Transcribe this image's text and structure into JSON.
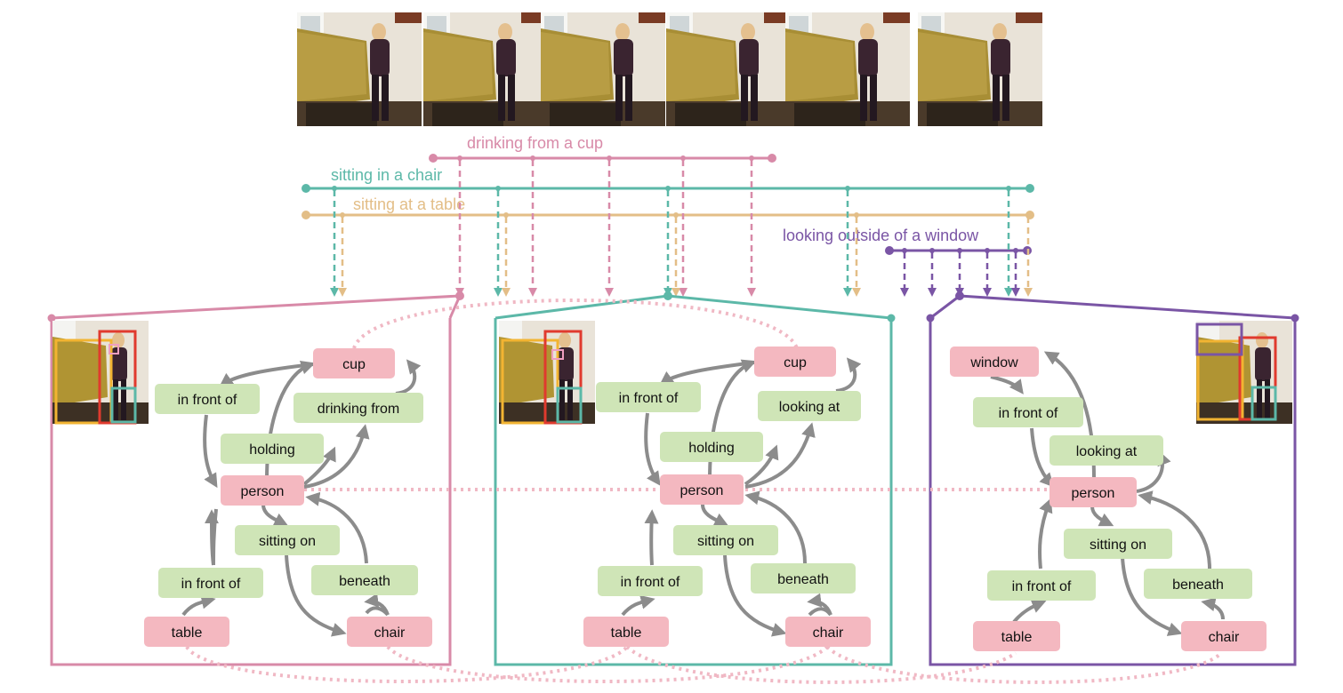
{
  "colors": {
    "drinking": "#d88aa8",
    "sitting_chair": "#5cb8a8",
    "sitting_table": "#e3be87",
    "looking": "#7a55a5",
    "object_node": "#f4b8c0",
    "relation_node": "#cfe5b7",
    "edge": "#8c8c8c",
    "box_yellow": "#f2b432",
    "box_red": "#e03a2e",
    "box_teal": "#5cb8a8",
    "box_pink": "#ef9ec0",
    "box_purple": "#7a55a5"
  },
  "actions": {
    "drinking": "drinking from a cup",
    "sitting_chair": "sitting in a chair",
    "sitting_table": "sitting at a table",
    "looking": "looking outside of a window"
  },
  "graphs": [
    {
      "nodes": {
        "cup": "cup",
        "in_front_of_top": "in front of",
        "drinking_from": "drinking from",
        "holding": "holding",
        "person": "person",
        "sitting_on": "sitting on",
        "in_front_of_bottom": "in front of",
        "beneath": "beneath",
        "table": "table",
        "chair": "chair"
      }
    },
    {
      "nodes": {
        "cup": "cup",
        "in_front_of_top": "in front of",
        "looking_at": "looking at",
        "holding": "holding",
        "person": "person",
        "sitting_on": "sitting on",
        "in_front_of_bottom": "in front of",
        "beneath": "beneath",
        "table": "table",
        "chair": "chair"
      }
    },
    {
      "nodes": {
        "window": "window",
        "in_front_of_top": "in front of",
        "looking_at": "looking at",
        "person": "person",
        "sitting_on": "sitting on",
        "in_front_of_bottom": "in front of",
        "beneath": "beneath",
        "table": "table",
        "chair": "chair"
      }
    }
  ]
}
